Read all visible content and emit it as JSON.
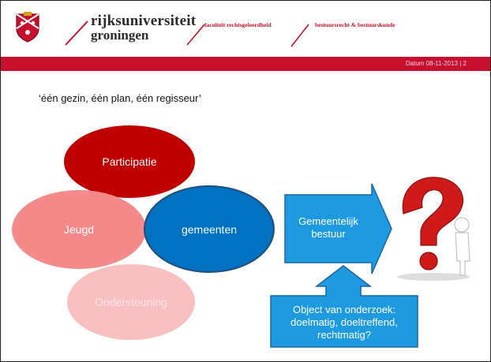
{
  "header": {
    "brand_line1": "rijksuniversiteit",
    "brand_line2": "groningen",
    "faculty": "faculteit rechtsgeleerdheid",
    "department": "bestuursrecht & bestuurskunde",
    "date_page": "Datum 08-11-2013 | 2"
  },
  "colors": {
    "brand_red": "#c8102e",
    "participatie": "#c00000",
    "jeugd": "#f48a8a",
    "gemeenten": "#0070c0",
    "ondersteuning": "#f9c0c0",
    "arrow_blue": "#1e9be0"
  },
  "slide": {
    "quote": "‘één gezin, één plan, één regisseur’",
    "ellipses": {
      "participatie": "Participatie",
      "jeugd": "Jeugd",
      "gemeenten": "gemeenten",
      "ondersteuning": "Ondersteuning"
    },
    "arrow_label": "Gemeentelijk bestuur",
    "callout_label": "Object van onderzoek: doelmatig, doeltreffend, rechtmatig?",
    "image_icon": "question-mark-figure-icon"
  }
}
